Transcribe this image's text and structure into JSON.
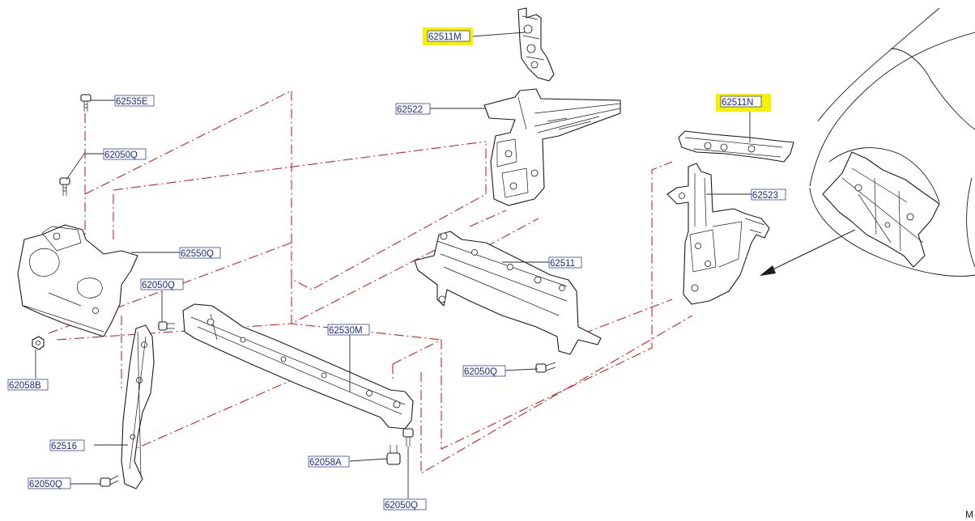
{
  "labels": {
    "p62511M": "62511M",
    "p62522": "62522",
    "p62511N": "62511N",
    "p62523": "62523",
    "p62535E": "62535E",
    "p62050Q_a": "62050Q",
    "p62550Q": "62550Q",
    "p62050Q_b": "62050Q",
    "p62511": "62511",
    "p62530M": "62530M",
    "p62058B": "62058B",
    "p62050Q_c": "62050Q",
    "p62516": "62516",
    "p62058A": "62058A",
    "p62050Q_d": "62050Q",
    "p62050Q_e": "62050Q"
  },
  "corner_mark": "M",
  "colors": {
    "label_text": "#1c2a8c",
    "highlight": "#f5ef00",
    "phantom_lines": "#d42020",
    "part_lines": "#1a1a1a"
  }
}
